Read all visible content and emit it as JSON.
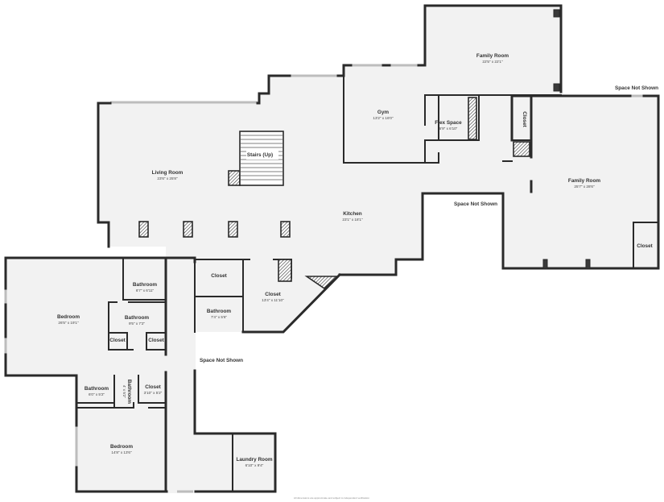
{
  "rooms": {
    "family_room_top": {
      "name": "Family Room",
      "dims": "22'5\" x 22'1\""
    },
    "gym": {
      "name": "Gym",
      "dims": "13'2\" x 16'0\""
    },
    "flex_space": {
      "name": "Flex Space",
      "dims": "6'9\" x 6'10\""
    },
    "closet_right": {
      "name": "Closet"
    },
    "family_room_right": {
      "name": "Family Room",
      "dims": "25'7\" x 28'6\""
    },
    "closet_far_right": {
      "name": "Closet"
    },
    "stairs": {
      "name": "Stairs (Up)"
    },
    "living_room": {
      "name": "Living Room",
      "dims": "23'6\" x 25'8\""
    },
    "kitchen": {
      "name": "Kitchen",
      "dims": "23'1\" x 18'1\""
    },
    "closet_mid": {
      "name": "Closet"
    },
    "closet_large": {
      "name": "Closet",
      "dims": "13'4\" x 11'10\""
    },
    "bathroom_mid": {
      "name": "Bathroom",
      "dims": "7'4\" x 5'6\""
    },
    "bedroom_main": {
      "name": "Bedroom",
      "dims": "26'5\" x 19'1\""
    },
    "bathroom_a": {
      "name": "Bathroom",
      "dims": "6'7\" x 6'11\""
    },
    "bathroom_b": {
      "name": "Bathroom",
      "dims": "9'5\" x 7'2\""
    },
    "closet_b1": {
      "name": "Closet"
    },
    "closet_b2": {
      "name": "Closet"
    },
    "bathroom_c": {
      "name": "Bathroom",
      "dims": "6'0\" x 5'2\""
    },
    "bathroom_d": {
      "name": "Bathroom",
      "dims": "4' x 5'2\""
    },
    "closet_c": {
      "name": "Closet",
      "dims": "3'10\" x 5'2\""
    },
    "bedroom_lower": {
      "name": "Bedroom",
      "dims": "14'8\" x 13'6\""
    },
    "laundry": {
      "name": "Laundry Room",
      "dims": "6'10\" x 9'4\""
    }
  },
  "notes": {
    "space_not_shown_1": "Space Not Shown",
    "space_not_shown_2": "Space Not Shown",
    "space_not_shown_3": "Space Not Shown",
    "disclaimer": "All dimensions are approximate and subject to independent verification"
  },
  "colors": {
    "floor": "#f2f2f2",
    "wall": "#2a2a2a",
    "window": "#bdbdbd"
  }
}
